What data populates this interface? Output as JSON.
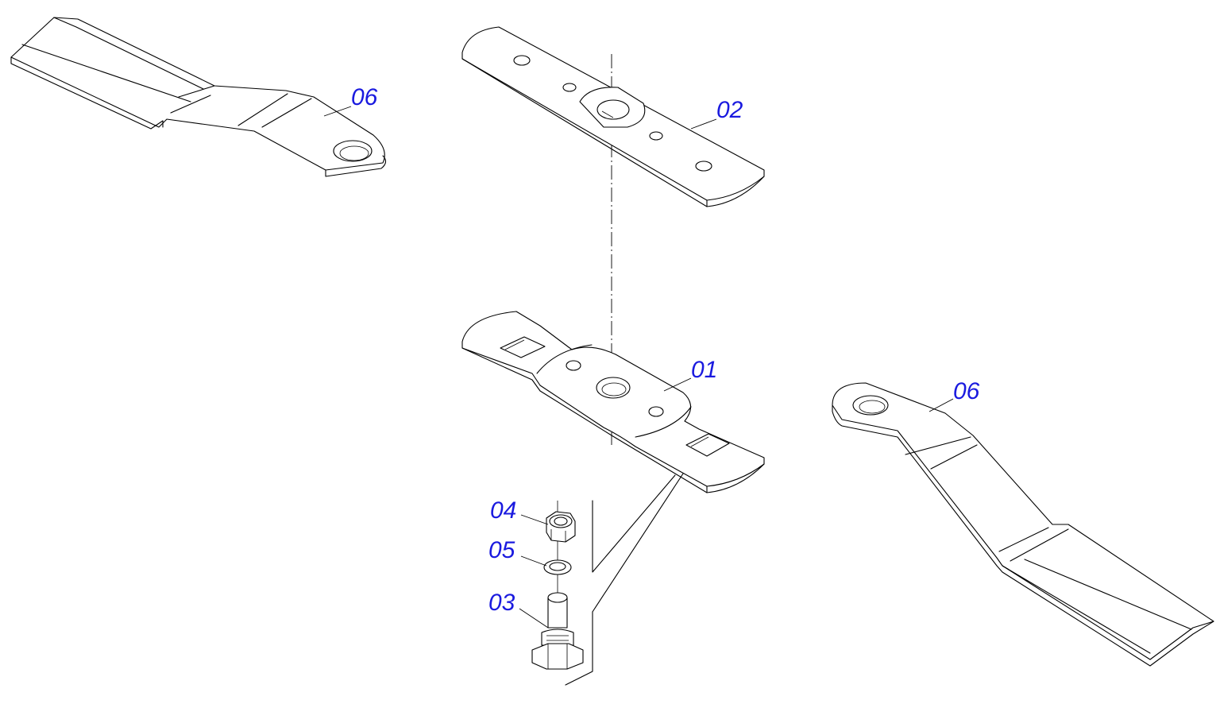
{
  "diagram": {
    "callouts": {
      "blade_top_left": "06",
      "plate_top": "02",
      "carrier_middle": "01",
      "blade_right": "06",
      "nut": "04",
      "washer": "05",
      "bolt": "03"
    },
    "colors": {
      "callout_text": "#1a1adf",
      "line": "#000000",
      "background": "#ffffff"
    }
  }
}
